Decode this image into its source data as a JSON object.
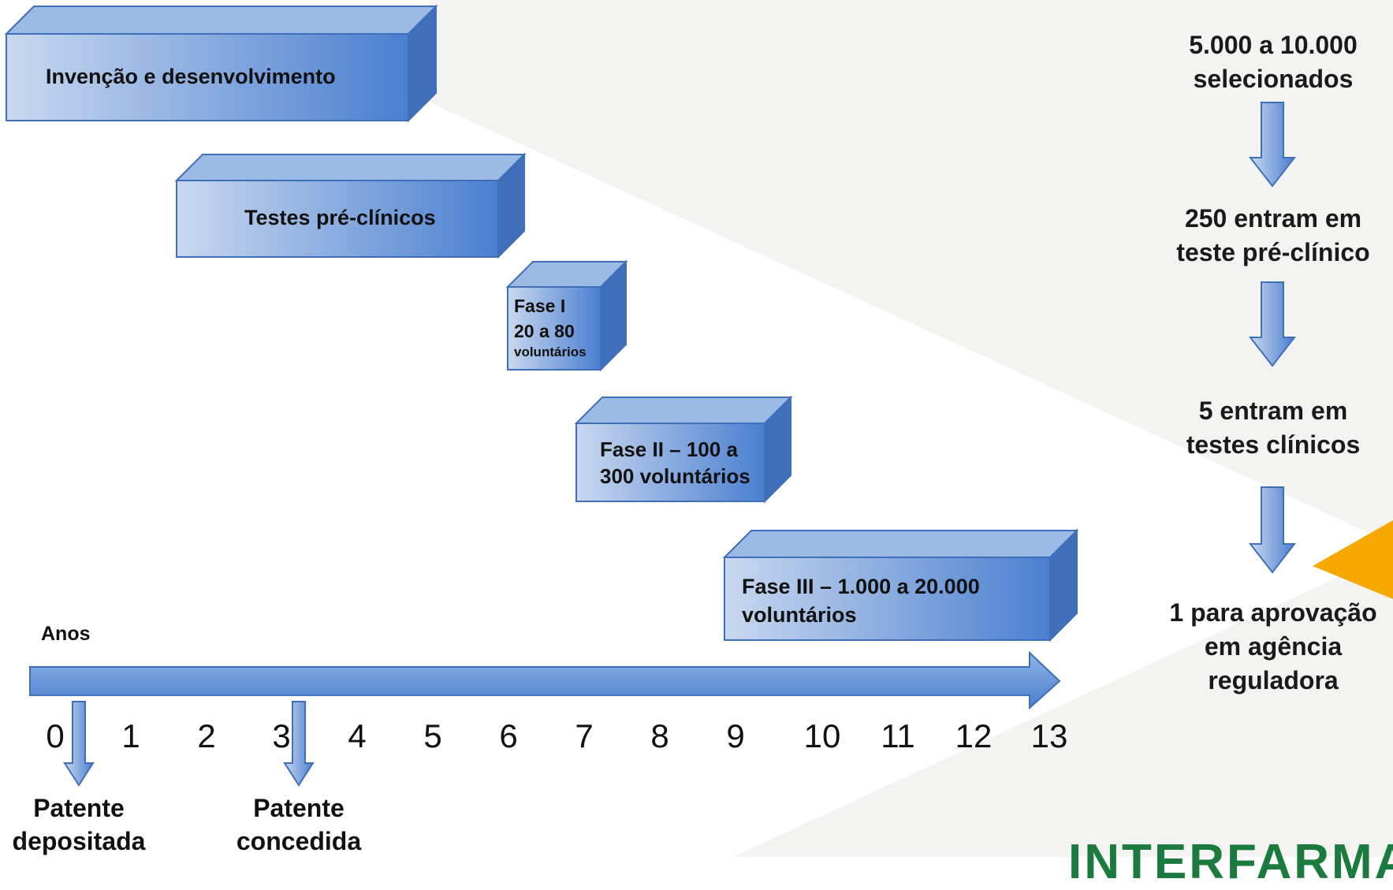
{
  "colors": {
    "box_light": "#c9d8ef",
    "box_dark": "#4a7fd0",
    "box_top": "#9bbbe6",
    "box_side": "#3f6fb8",
    "background_gray": "#f3f4f1",
    "accent_orange": "#f5a800",
    "logo_green": "#1b7a3e"
  },
  "phases": [
    {
      "label": "Invenção e desenvolvimento"
    },
    {
      "label": "Testes pré-clínicos"
    },
    {
      "lines": [
        "Fase I",
        "20 a 80",
        "voluntários"
      ]
    },
    {
      "lines": [
        "Fase II – 100 a",
        "300 voluntários"
      ]
    },
    {
      "lines": [
        "Fase III – 1.000 a 20.000",
        "voluntários"
      ]
    }
  ],
  "timeline": {
    "axis_label": "Anos",
    "ticks": [
      "0",
      "1",
      "2",
      "3",
      "4",
      "5",
      "6",
      "7",
      "8",
      "9",
      "10",
      "11",
      "12",
      "13"
    ],
    "markers": [
      {
        "year": 0,
        "lines": [
          "Patente",
          "depositada"
        ]
      },
      {
        "year": 3,
        "lines": [
          "Patente",
          "concedida"
        ]
      }
    ]
  },
  "funnel": [
    {
      "lines": [
        "5.000 a 10.000",
        "selecionados"
      ]
    },
    {
      "lines": [
        "250 entram em",
        "teste pré-clínico"
      ]
    },
    {
      "lines": [
        "5 entram em",
        "testes clínicos"
      ]
    },
    {
      "lines": [
        "1 para aprovação",
        "em agência",
        "reguladora"
      ]
    }
  ],
  "logo": {
    "text": "INTERFARMA"
  },
  "icons": [
    "down-arrow-icon",
    "right-arrow-icon"
  ]
}
